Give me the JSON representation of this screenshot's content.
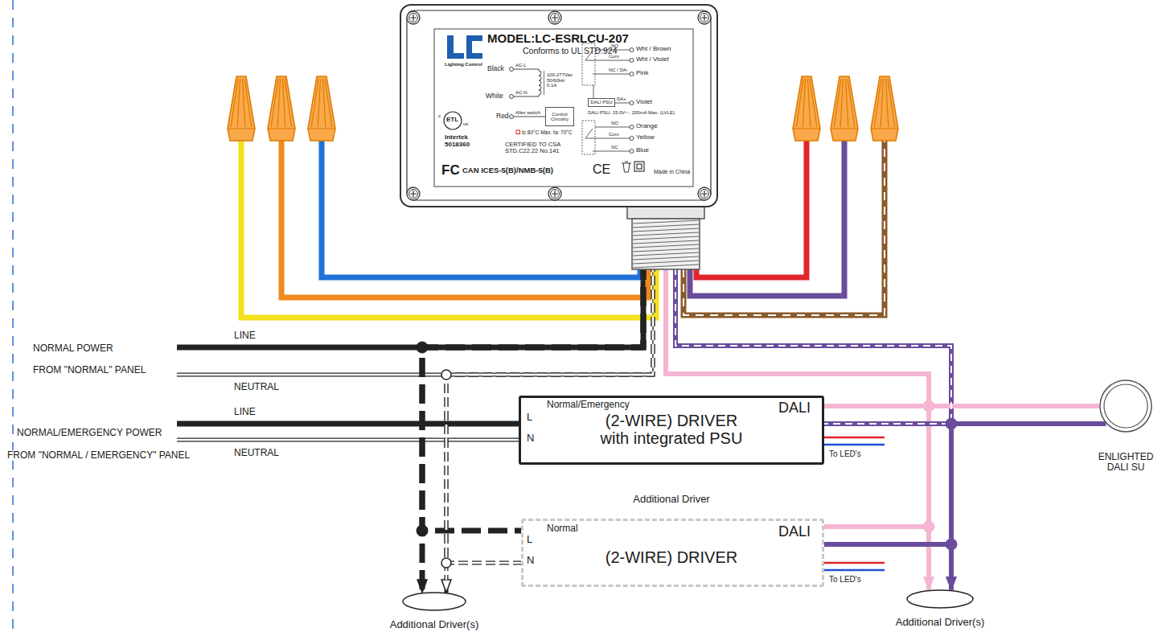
{
  "diagram": {
    "nodes": [
      {
        "text": [
          "MODEL:LC-ESRLCU-207",
          "Conforms to UL STD.924",
          "Lighting Control",
          "Black",
          "AC-L",
          "100-277Vac 50/60Hz 0.1A",
          "AC-N",
          "White",
          "Red",
          "After switch",
          "NO",
          "Wht / Brown",
          "Com",
          "Wht / Violet",
          "NC / DA-",
          "Pink",
          "DA+",
          "Violet",
          "DALI PSU: 15.0V⎓, 200mA Max. (LVLE)",
          "NO",
          "Orange",
          "Com",
          "Yellow",
          "NC",
          "Blue",
          "c",
          "ETL",
          "us",
          "tc 80°C Max. ta: 70°C",
          "Intertek 5018360",
          "CERTIFIED TO CSA STD.C22.22 No.141",
          "FC",
          "CAN ICES-5(B)/NMB-5(B)",
          "CE",
          "Made in China"
        ]
      },
      {
        "text": [
          "Control Circuitry"
        ],
        "in": 0
      },
      {
        "text": [
          "DALI PSU"
        ],
        "in": 0
      },
      {
        "text": [
          "Normal/Emergency",
          "L",
          "N",
          "(2-WIRE) DRIVER with integrated PSU",
          "DALI"
        ]
      },
      {
        "text": [
          "ENLIGHTED DALI SU"
        ]
      },
      {
        "text": [
          "Additional Driver",
          "Normal",
          "L",
          "N",
          "(2-WIRE) DRIVER",
          "DALI"
        ]
      },
      {
        "text": [
          "Additional Driver(s)"
        ]
      },
      {
        "text": [
          "Additional Driver(s)"
        ]
      }
    ],
    "edges": [
      {
        "from": 0,
        "to": 3,
        "arrow": "none"
      },
      {
        "from": 0,
        "to": 3,
        "arrow": "none"
      },
      {
        "from": 3,
        "to": 4,
        "arrow": "none"
      },
      {
        "from": 3,
        "to": 4,
        "arrow": "none"
      },
      {
        "from": 3,
        "to": 5,
        "arrow": "none"
      },
      {
        "from": 3,
        "to": 5,
        "arrow": "none"
      },
      {
        "from": 5,
        "to": 7,
        "arrow": "to"
      },
      {
        "from": 5,
        "to": 7,
        "arrow": "to"
      },
      {
        "from": 0,
        "to": 5,
        "arrow": "none"
      },
      {
        "from": 0,
        "to": 6,
        "arrow": "to"
      },
      {
        "from": 0,
        "to": 5,
        "arrow": "none"
      },
      {
        "from": 0,
        "to": 6,
        "arrow": "to"
      }
    ],
    "labels": [
      "LINE",
      "NORMAL POWER",
      "FROM \"NORMAL\" PANEL",
      "NEUTRAL",
      "LINE",
      "NORMAL/EMERGENCY POWER",
      "FROM \"NORMAL / EMERGENCY\" PANEL",
      "NEUTRAL",
      "To LED's",
      "To LED's"
    ]
  }
}
